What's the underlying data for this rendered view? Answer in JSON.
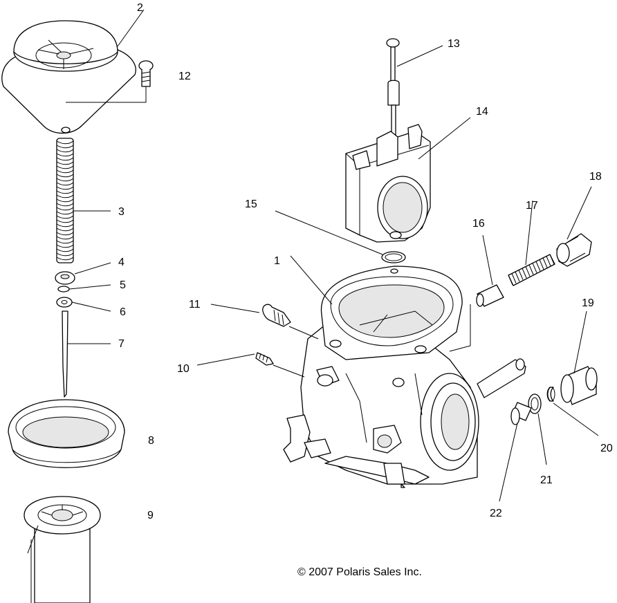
{
  "callouts": {
    "c1": "1",
    "c2": "2",
    "c3": "3",
    "c4": "4",
    "c5": "5",
    "c6": "6",
    "c7": "7",
    "c8": "8",
    "c9": "9",
    "c10": "10",
    "c11": "11",
    "c12": "12",
    "c13": "13",
    "c14": "14",
    "c15": "15",
    "c16": "16",
    "c17": "17",
    "c18": "18",
    "c19": "19",
    "c20": "20",
    "c21": "21",
    "c22": "22"
  },
  "copyright": "© 2007 Polaris Sales Inc."
}
